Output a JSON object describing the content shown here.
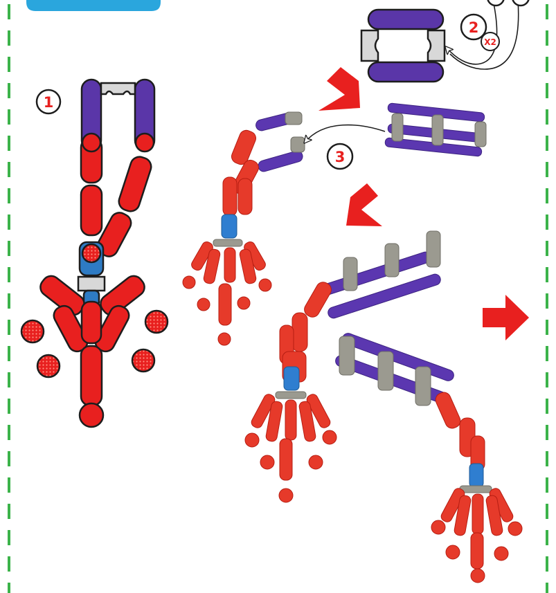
{
  "steps": [
    {
      "number": "1"
    },
    {
      "number": "2",
      "multiplier": "X2"
    },
    {
      "number": "3"
    }
  ],
  "colors": {
    "accent_red": "#e8201f",
    "connector_purple": "#5a36a8",
    "connector_gray": "#d8d8d8",
    "connector_blue": "#2e7bc4",
    "guide_green": "#3cb34a",
    "tab_blue": "#2aa6dd"
  },
  "icons": {
    "flow_arrow": "arrow-icon",
    "next_page": "next-page-arrow-icon"
  }
}
